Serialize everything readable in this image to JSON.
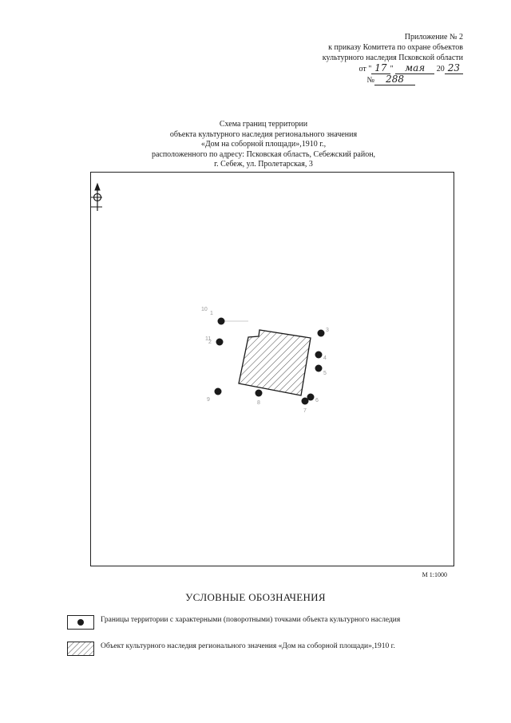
{
  "appendix": {
    "line1": "Приложение № 2",
    "line2": "к приказу Комитета по охране объектов",
    "line3": "культурного наследия Псковской области",
    "date_prefix": "от \"",
    "date_day": "17",
    "date_sep": "\"",
    "date_month": "мая",
    "date_year_prefix": "20",
    "date_year": "23",
    "number_prefix": "№",
    "number_value": "288"
  },
  "title": {
    "line1": "Схема границ территории",
    "line2": "объекта культурного наследия регионального значения",
    "line3": "«Дом на соборной площади»,1910 г.,",
    "line4": "расположенного по адресу: Псковская область, Себежский район,",
    "line5": "г. Себеж, ул. Пролетарская, 3"
  },
  "map": {
    "north_icon": "north-arrow-icon",
    "points": [
      {
        "label": "1"
      },
      {
        "label": "2"
      },
      {
        "label": "3"
      },
      {
        "label": "4"
      },
      {
        "label": "5"
      },
      {
        "label": "6"
      },
      {
        "label": "7"
      },
      {
        "label": "8"
      },
      {
        "label": "9"
      },
      {
        "label": "10"
      },
      {
        "label": "11"
      }
    ]
  },
  "scale": "М 1:1000",
  "legend": {
    "heading": "УСЛОВНЫЕ ОБОЗНАЧЕНИЯ",
    "items": [
      {
        "icon": "boundary-point-icon",
        "text": "Границы территории с характерными (поворотными) точками объекта культурного наследия"
      },
      {
        "icon": "hatched-area-icon",
        "text": "Объект культурного наследия регионального значения «Дом на соборной площади»,1910 г."
      }
    ]
  },
  "colors": {
    "ink": "#1a1a1a",
    "hatch": "#555555",
    "paper": "#ffffff"
  }
}
